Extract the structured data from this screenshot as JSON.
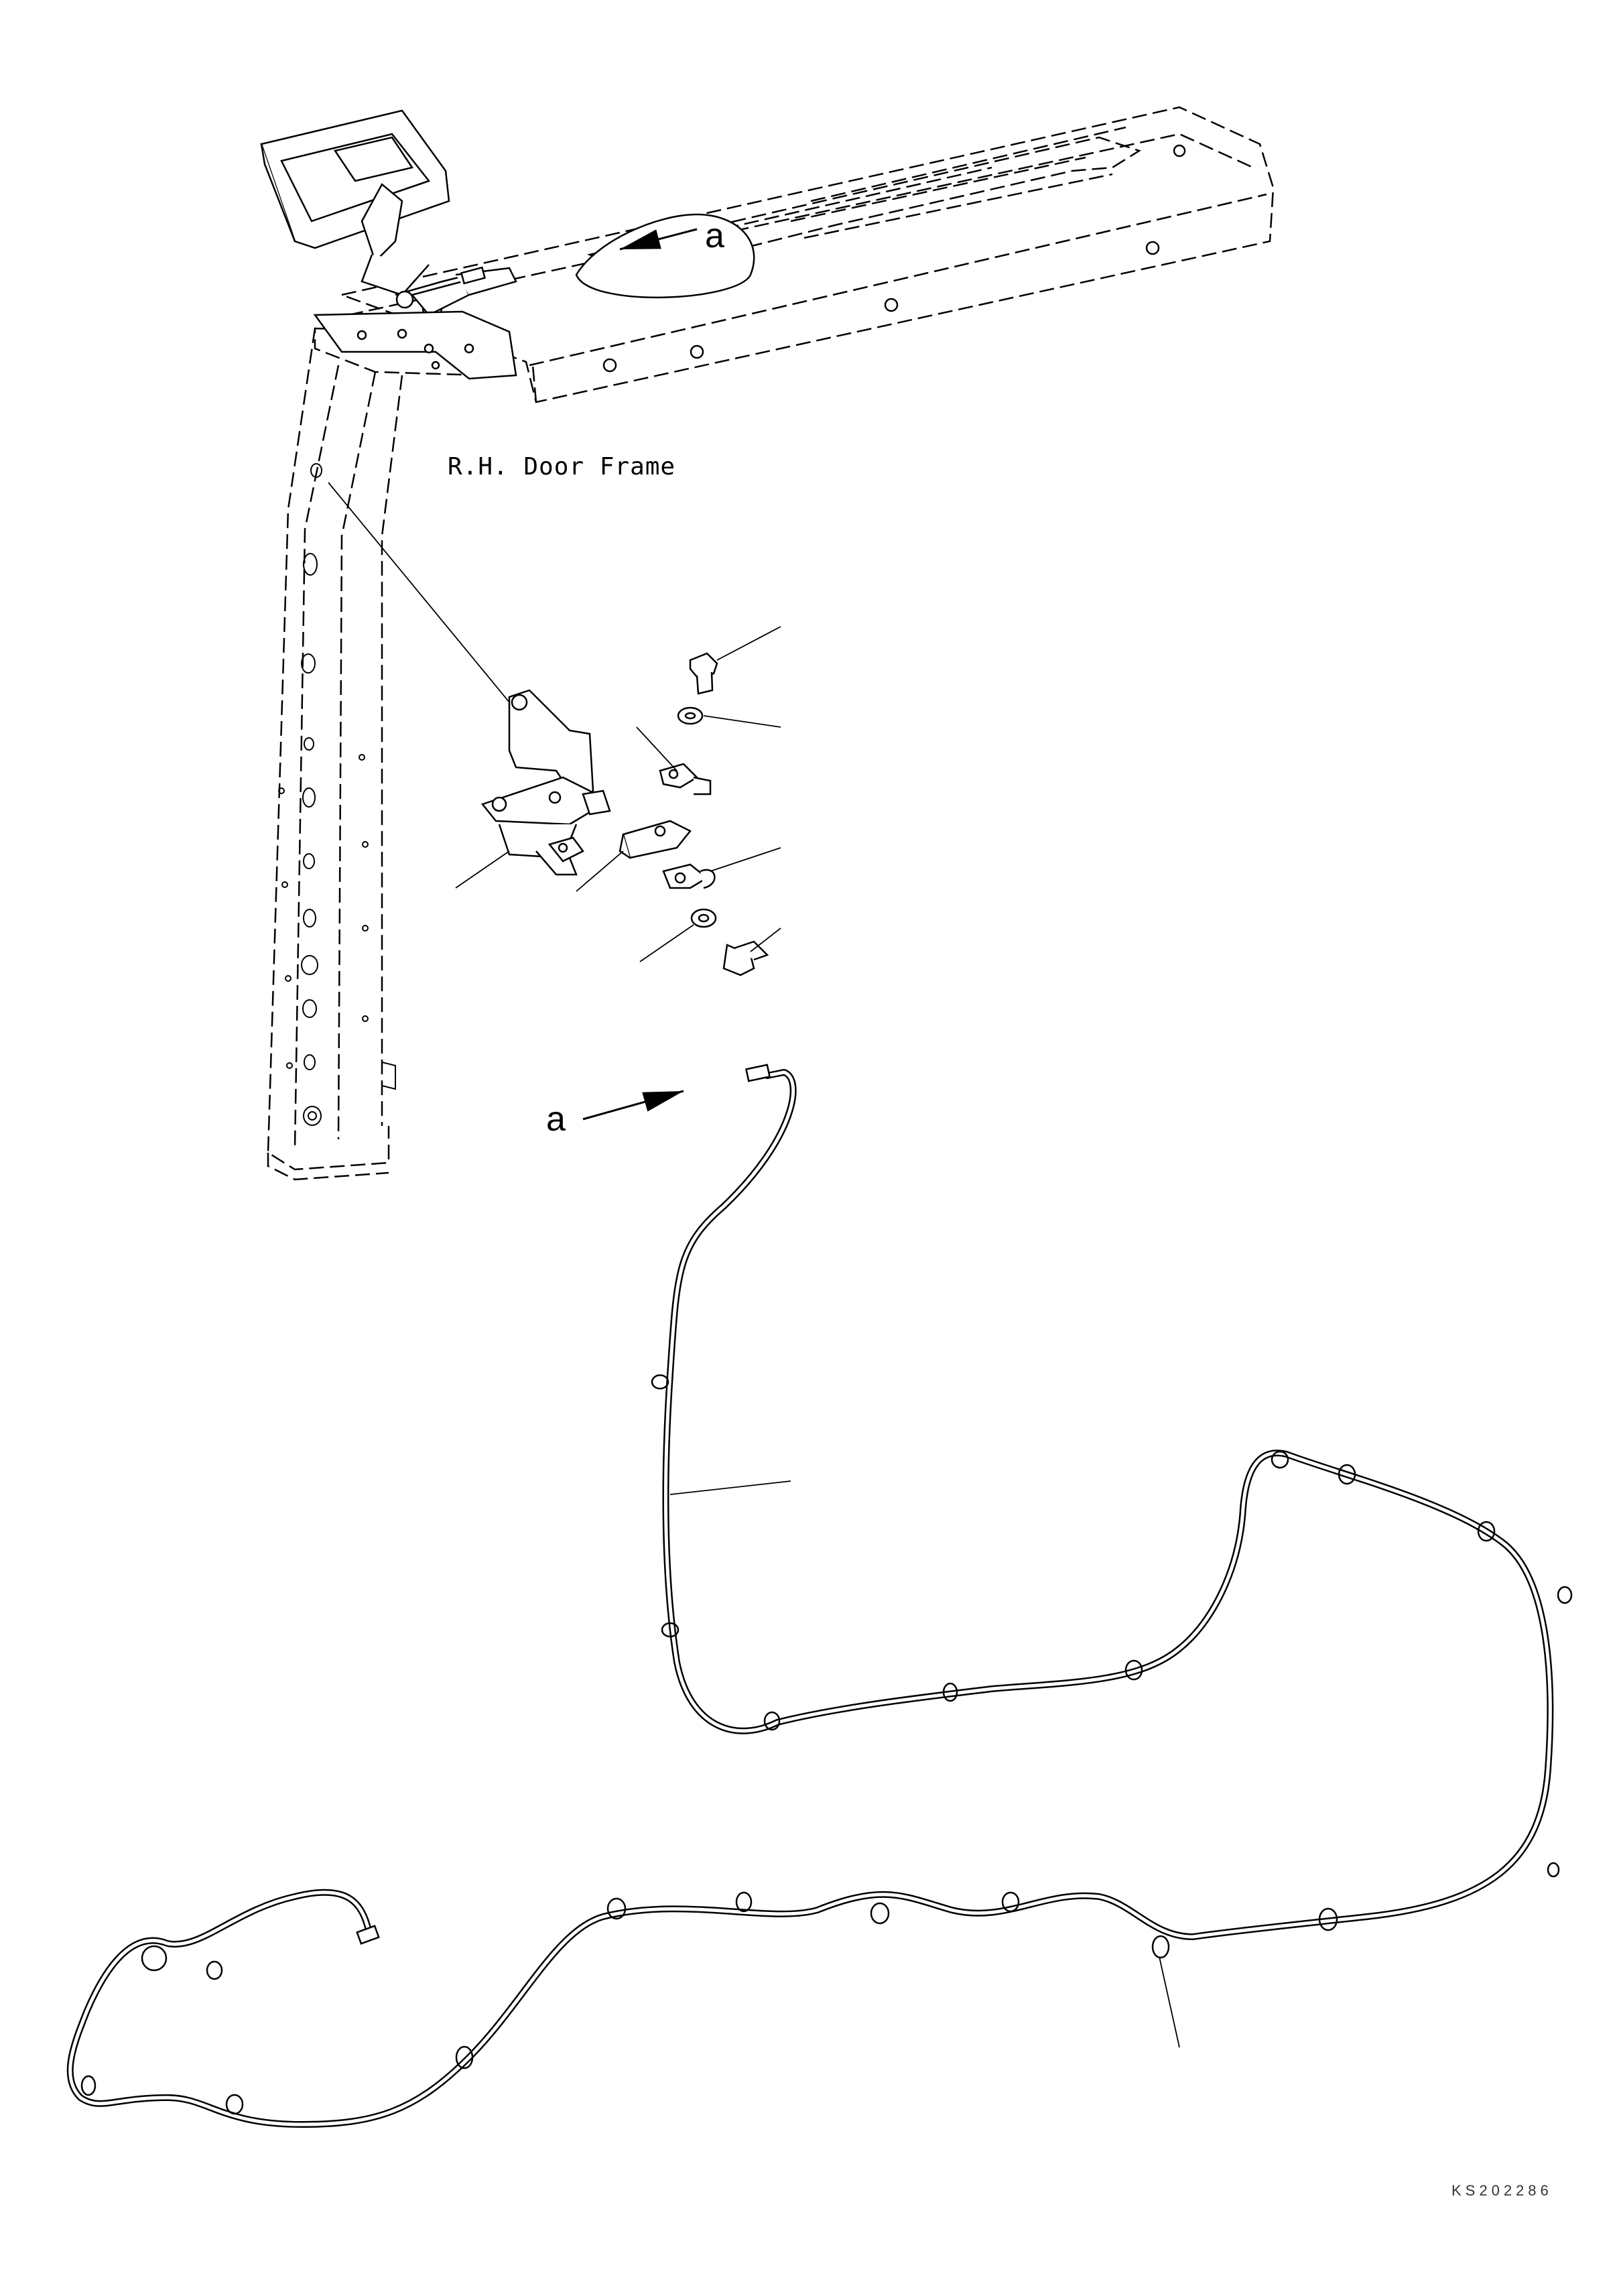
{
  "labels": {
    "door_frame": "R.H. Door Frame",
    "arrow_top": "a",
    "arrow_mid": "a",
    "drawing_number": "KS202286"
  },
  "colors": {
    "line": "#000000",
    "background": "#ffffff"
  }
}
